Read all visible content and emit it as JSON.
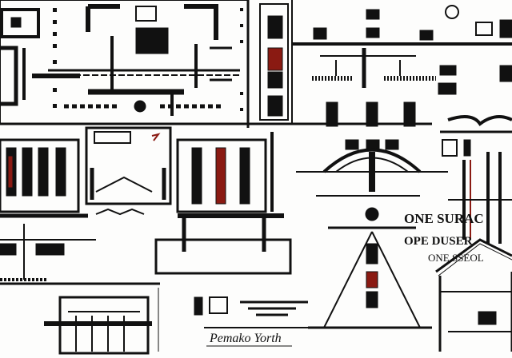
{
  "artwork": {
    "caption": "Pemako Yorth",
    "side_lettering_line1": "ONE SURAC",
    "side_lettering_line2": "OPE DUSER",
    "side_lettering_line3": "ONE SSEOL"
  },
  "colors": {
    "ink": "#111111",
    "accent_red": "#8a1a12",
    "paper": "#fdfdfc"
  }
}
